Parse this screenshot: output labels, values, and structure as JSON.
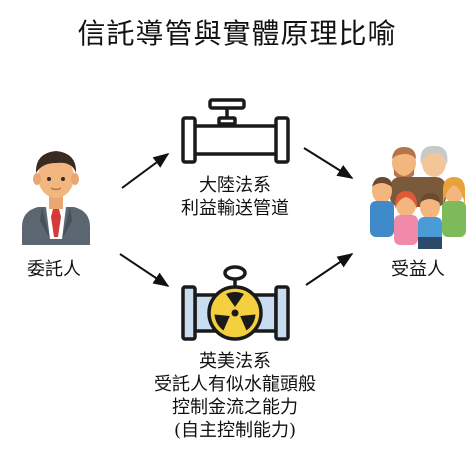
{
  "title": "信託導管與實體原理比喻",
  "settlor": {
    "label": "委託人"
  },
  "beneficiary": {
    "label": "受益人"
  },
  "civil_law": {
    "lines": [
      "大陸法系",
      "利益輸送管道"
    ]
  },
  "common_law": {
    "lines": [
      "英美法系",
      "受託人有似水龍頭般",
      "控制金流之能力",
      "(自主控制能力)"
    ]
  },
  "colors": {
    "pipe_outline": "#1a1a1a",
    "radiation_yellow": "#f4cf3e",
    "pipe_blue": "#c8def0",
    "suit": "#5b6670",
    "tie": "#d63a3a"
  },
  "icons": [
    "businessman-icon",
    "pipe-icon",
    "radioactive-pipe-icon",
    "family-icon"
  ]
}
